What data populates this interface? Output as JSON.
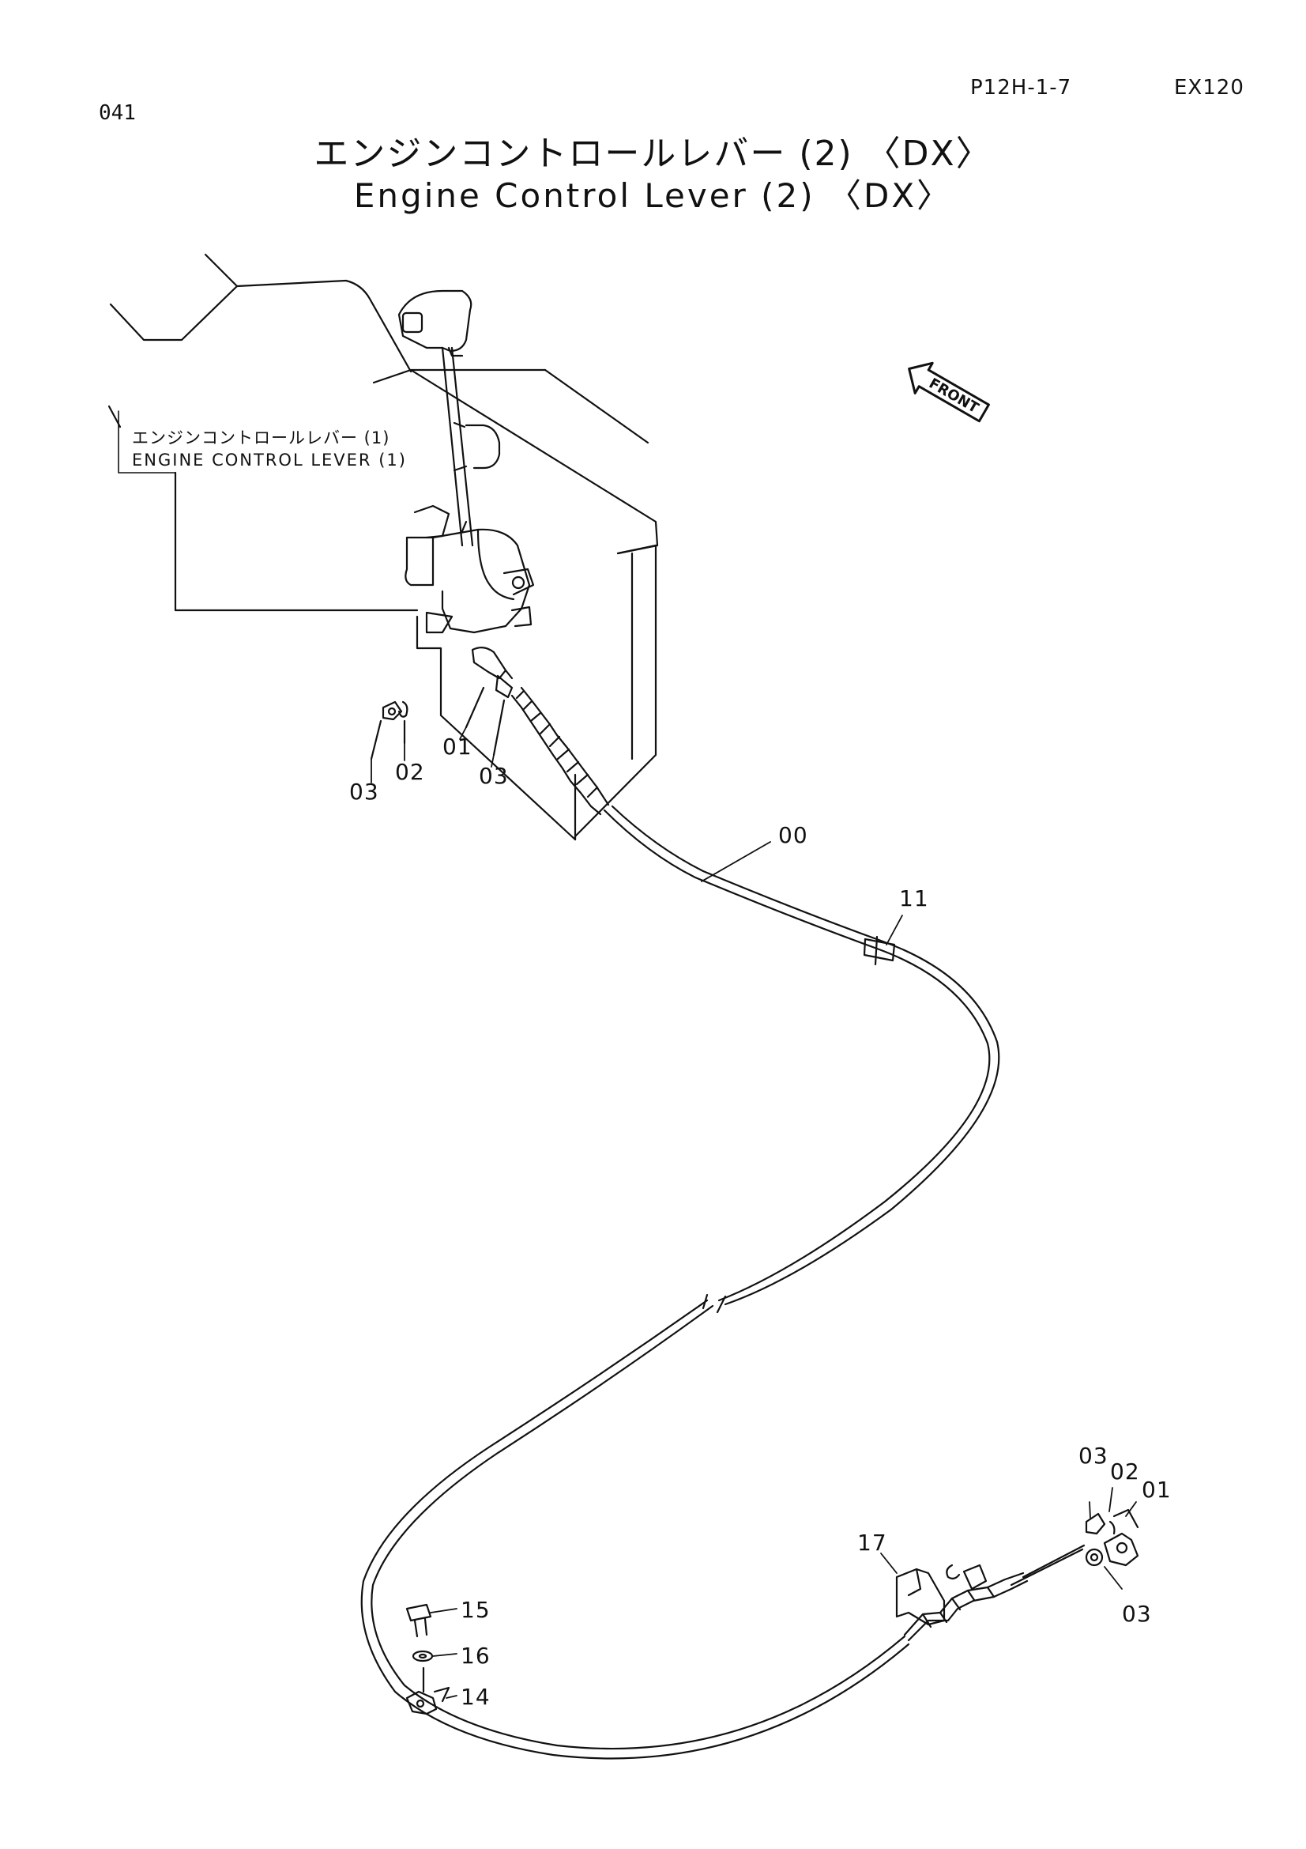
{
  "header": {
    "page_number": "041",
    "ref_code": "P12H-1-7",
    "model": "EX120"
  },
  "title": {
    "japanese": "エンジンコントロールレバー (2) 〈DX〉",
    "english": "Engine Control Lever (2) 〈DX〉"
  },
  "reference_label": {
    "japanese": "エンジンコントロールレバー (1)",
    "english": "ENGINE CONTROL LEVER (1)"
  },
  "front_marker": "FRONT",
  "part_callouts": {
    "upper_nut_left": "03",
    "upper_washer_left": "02",
    "upper_joint": "01",
    "upper_nut_right": "03",
    "cable": "00",
    "cable_clamp": "11",
    "lower_nut_top": "03",
    "lower_washer": "02",
    "lower_joint": "01",
    "lower_nut_bottom": "03",
    "bracket": "17",
    "bolt": "15",
    "washer": "16",
    "clamp": "14"
  }
}
